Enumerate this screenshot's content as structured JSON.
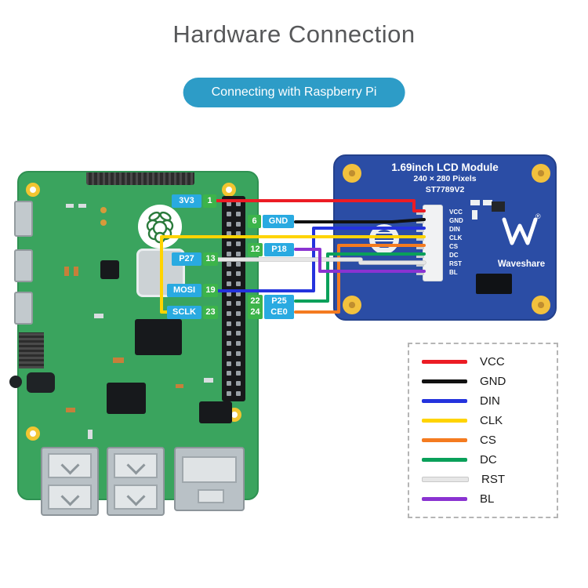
{
  "title": "Hardware Connection",
  "banner": "Connecting with Raspberry Pi",
  "colors": {
    "banner_blue": "#2d9cc7",
    "board_green": "#3aa45e",
    "lcd_blue": "#2b4da5",
    "pin_label_blue": "#29aae1",
    "pin_label_green": "#3cb44a",
    "title_gray": "#57585a"
  },
  "raspberry_pi": {
    "pin_labels": [
      {
        "name": "3V3",
        "pin": "1",
        "side": "left"
      },
      {
        "pin": "6",
        "name": "GND",
        "side": "right"
      },
      {
        "name": "P27",
        "pin": "13",
        "side": "left"
      },
      {
        "pin": "12",
        "name": "P18",
        "side": "right"
      },
      {
        "name": "MOSI",
        "pin": "19",
        "side": "left"
      },
      {
        "pin": "22",
        "name": "P25",
        "side": "right"
      },
      {
        "name": "SCLK",
        "pin": "23",
        "side": "left"
      },
      {
        "pin": "24",
        "name": "CE0",
        "side": "right"
      }
    ]
  },
  "lcd_module": {
    "title": "1.69inch LCD Module",
    "resolution": "240 × 280 Pixels",
    "controller": "ST7789V2",
    "brand": "Waveshare",
    "registered_mark": "®",
    "pins": [
      "VCC",
      "GND",
      "DIN",
      "CLK",
      "CS",
      "DC",
      "RST",
      "BL"
    ]
  },
  "wires": [
    {
      "signal": "VCC",
      "color": "#ec1c24"
    },
    {
      "signal": "GND",
      "color": "#111111"
    },
    {
      "signal": "DIN",
      "color": "#2433dd"
    },
    {
      "signal": "CLK",
      "color": "#ffd400"
    },
    {
      "signal": "CS",
      "color": "#f47b20"
    },
    {
      "signal": "DC",
      "color": "#0aa05a"
    },
    {
      "signal": "RST",
      "color": "#e6e6e6"
    },
    {
      "signal": "BL",
      "color": "#8a33d1"
    }
  ],
  "legend": {
    "items": [
      {
        "label": "VCC",
        "color": "#ec1c24"
      },
      {
        "label": "GND",
        "color": "#111111"
      },
      {
        "label": "DIN",
        "color": "#2433dd"
      },
      {
        "label": "CLK",
        "color": "#ffd400"
      },
      {
        "label": "CS",
        "color": "#f47b20"
      },
      {
        "label": "DC",
        "color": "#0aa05a"
      },
      {
        "label": "RST",
        "color": "#e6e6e6"
      },
      {
        "label": "BL",
        "color": "#8a33d1"
      }
    ]
  }
}
